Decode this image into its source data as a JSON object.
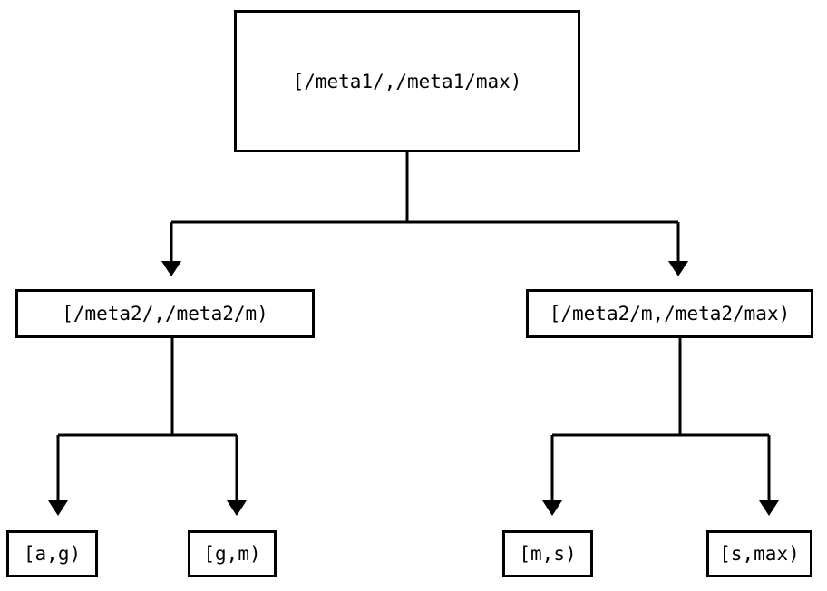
{
  "diagram": {
    "type": "tree",
    "orientation": "top-down",
    "background_color": "#ffffff",
    "line_color": "#000000",
    "text_color": "#000000",
    "nodes": {
      "root": {
        "label": "[/meta1/,/meta1/max)",
        "level": 0
      },
      "meta2_low": {
        "label": "[/meta2/,/meta2/m)",
        "level": 1
      },
      "meta2_high": {
        "label": "[/meta2/m,/meta2/max)",
        "level": 1
      },
      "leaf_ag": {
        "label": "[a,g)",
        "level": 2
      },
      "leaf_gm": {
        "label": "[g,m)",
        "level": 2
      },
      "leaf_ms": {
        "label": "[m,s)",
        "level": 2
      },
      "leaf_smax": {
        "label": "[s,max)",
        "level": 2
      }
    },
    "edges": [
      {
        "from": "root",
        "to": "meta2_low",
        "arrow": "filled-triangle"
      },
      {
        "from": "root",
        "to": "meta2_high",
        "arrow": "filled-triangle"
      },
      {
        "from": "meta2_low",
        "to": "leaf_ag",
        "arrow": "filled-triangle"
      },
      {
        "from": "meta2_low",
        "to": "leaf_gm",
        "arrow": "filled-triangle"
      },
      {
        "from": "meta2_high",
        "to": "leaf_ms",
        "arrow": "filled-triangle"
      },
      {
        "from": "meta2_high",
        "to": "leaf_smax",
        "arrow": "filled-triangle"
      }
    ]
  }
}
